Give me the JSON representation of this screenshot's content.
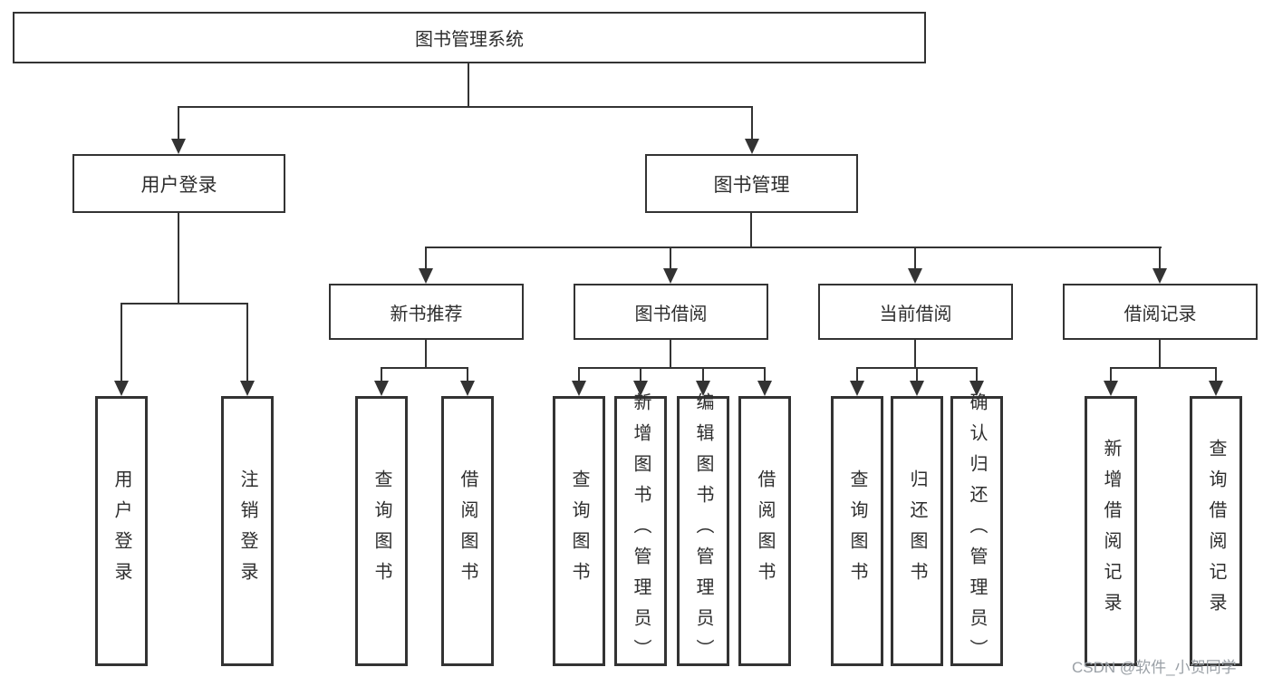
{
  "diagram": {
    "type": "tree",
    "orientation": "top-down"
  },
  "colors": {
    "line": "#333333",
    "text": "#2e2e2e",
    "watermark": "#9aa0a6",
    "bg": "#ffffff"
  },
  "nodes": {
    "root": "图书管理系统",
    "level2": [
      {
        "label": "用户登录",
        "children": [
          "用户登录",
          "注销登录"
        ]
      },
      {
        "label": "图书管理",
        "children": [
          {
            "label": "新书推荐",
            "children": [
              "查询图书",
              "借阅图书"
            ]
          },
          {
            "label": "图书借阅",
            "children": [
              "查询图书",
              "新增图书（管理员）",
              "编辑图书（管理员）",
              "借阅图书"
            ]
          },
          {
            "label": "当前借阅",
            "children": [
              "查询图书",
              "归还图书",
              "确认归还（管理员）"
            ]
          },
          {
            "label": "借阅记录",
            "children": [
              "新增借阅记录",
              "查询借阅记录"
            ]
          }
        ]
      }
    ]
  },
  "watermark": {
    "text": "CSDN @软件_小贺同学"
  }
}
